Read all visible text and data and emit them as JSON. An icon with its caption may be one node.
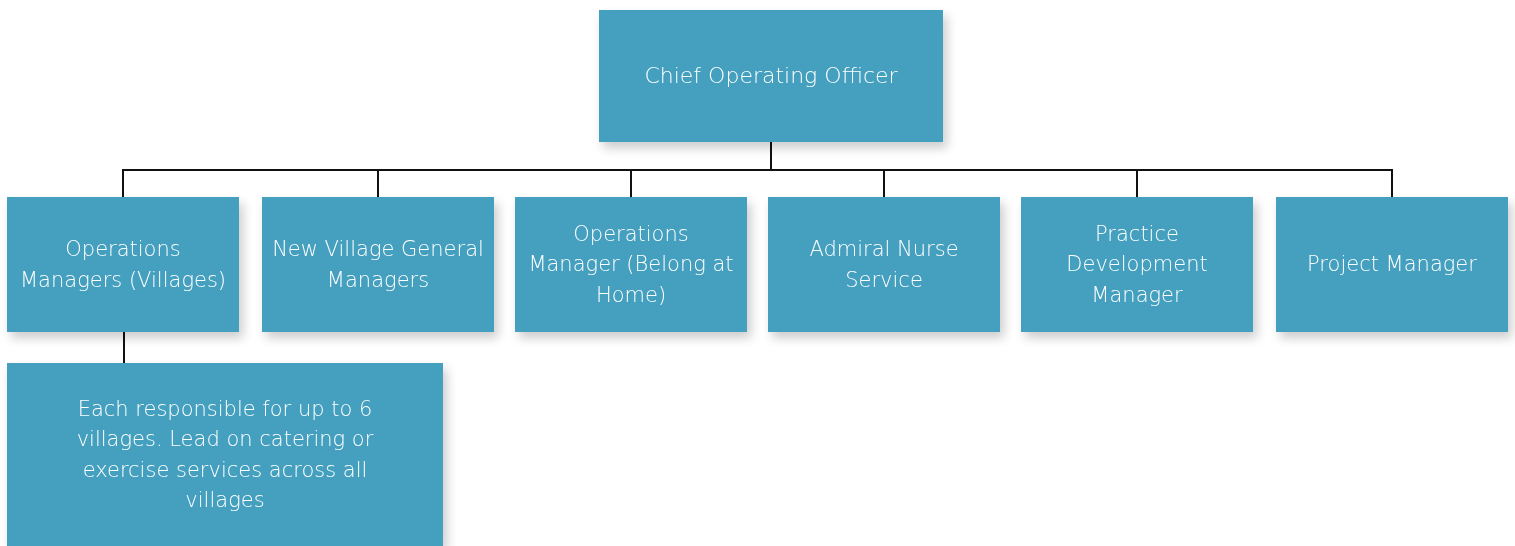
{
  "diagram": {
    "nodes": [
      {
        "text": [
          "Chief Operating Officer"
        ]
      },
      {
        "text": [
          "Operations Managers (Villages)"
        ]
      },
      {
        "text": [
          "New Village General Managers"
        ]
      },
      {
        "text": [
          "Operations Manager (Belong at Home)"
        ]
      },
      {
        "text": [
          "Admiral Nurse Service"
        ]
      },
      {
        "text": [
          "Practice Development Manager"
        ]
      },
      {
        "text": [
          "Project Manager"
        ]
      },
      {
        "text": [
          "Each responsible for up to 6 villages. Lead on catering or exercise services across all villages"
        ]
      }
    ],
    "edges": [
      {
        "from": 0,
        "to": 1,
        "arrow": "none"
      },
      {
        "from": 0,
        "to": 2,
        "arrow": "none"
      },
      {
        "from": 0,
        "to": 3,
        "arrow": "none"
      },
      {
        "from": 0,
        "to": 4,
        "arrow": "none"
      },
      {
        "from": 0,
        "to": 5,
        "arrow": "none"
      },
      {
        "from": 0,
        "to": 6,
        "arrow": "none"
      },
      {
        "from": 1,
        "to": 7,
        "arrow": "none"
      }
    ]
  }
}
